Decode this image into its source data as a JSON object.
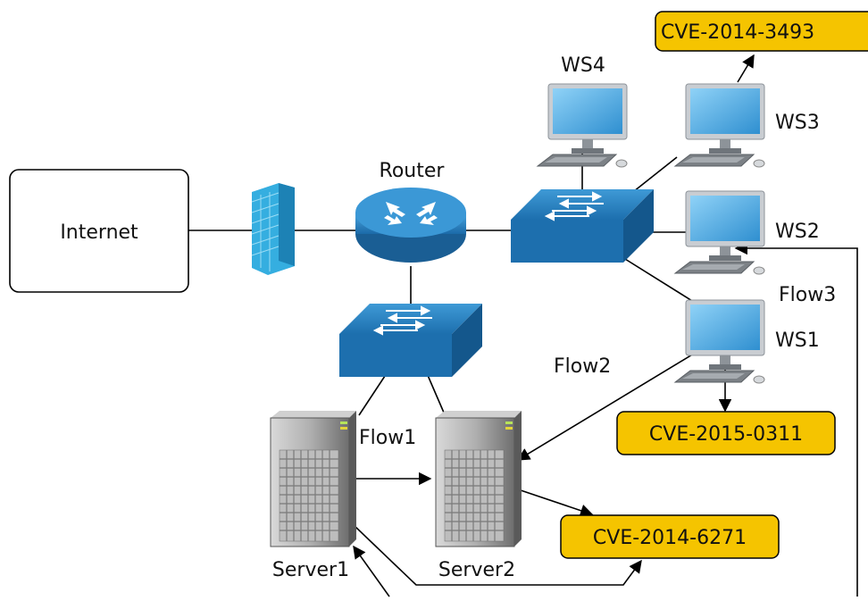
{
  "nodes": {
    "internet": "Internet",
    "router": "Router",
    "ws1": "WS1",
    "ws2": "WS2",
    "ws3": "WS3",
    "ws4": "WS4",
    "server1": "Server1",
    "server2": "Server2"
  },
  "flows": {
    "flow1": "Flow1",
    "flow2": "Flow2",
    "flow3": "Flow3"
  },
  "vulnerabilities": {
    "ws3": "CVE-2014-3493",
    "ws1": "CVE-2015-0311",
    "server2": "CVE-2014-6271"
  },
  "colors": {
    "cve_fill": "#f5c400",
    "switch_blue": "#1a7fc4",
    "firewall_blue": "#35aee0",
    "monitor_blue": "#5bb6ea",
    "server_gray": "#8a8a8a"
  }
}
